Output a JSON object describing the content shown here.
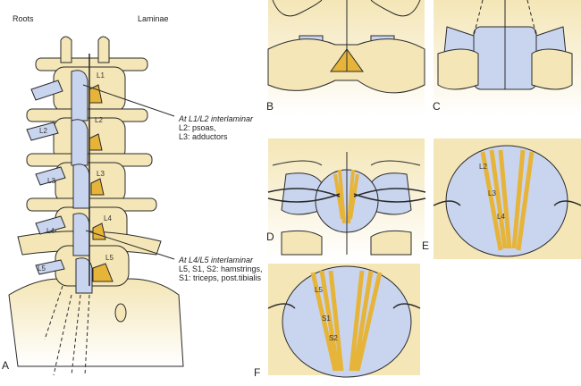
{
  "colors": {
    "bone": "#f4e6b6",
    "nerve": "#c9d5ef",
    "ligament": "#e7b43a",
    "stroke": "#2a2a2a"
  },
  "panel_a": {
    "header_left": "Roots",
    "header_right": "Laminae",
    "vertebra_labels": [
      "L1",
      "L2",
      "L3",
      "L4",
      "L5"
    ],
    "root_labels": [
      "L2",
      "L3",
      "L4",
      "L5"
    ],
    "callout_1": {
      "title": "At L1/L2 interlaminar",
      "lines": [
        "L2: psoas,",
        "L3: adductors"
      ]
    },
    "callout_2": {
      "title": "At L4/L5 interlaminar",
      "lines": [
        "L5, S1, S2: hamstrings,",
        "S1: triceps, post.tibialis"
      ]
    }
  },
  "panel_letters": [
    "A",
    "B",
    "C",
    "D",
    "E",
    "F"
  ],
  "panel_e_labels": [
    "L2",
    "L3",
    "L4"
  ],
  "panel_f_labels": [
    "L5",
    "S1",
    "S2"
  ]
}
